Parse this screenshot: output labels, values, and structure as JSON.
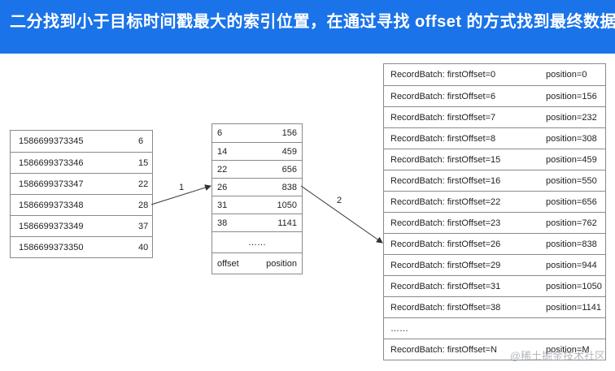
{
  "header": {
    "title": "二分找到小于目标时间戳最大的索引位置，在通过寻找 offset 的方式找到最终数据。",
    "background": "#1a73e8"
  },
  "timestamp_index": {
    "rows": [
      {
        "timestamp": "1586699373345",
        "offset": "6"
      },
      {
        "timestamp": "1586699373346",
        "offset": "15"
      },
      {
        "timestamp": "1586699373347",
        "offset": "22"
      },
      {
        "timestamp": "1586699373348",
        "offset": "28"
      },
      {
        "timestamp": "1586699373349",
        "offset": "37"
      },
      {
        "timestamp": "1586699373350",
        "offset": "40"
      }
    ]
  },
  "offset_index": {
    "rows": [
      {
        "offset": "6",
        "position": "156"
      },
      {
        "offset": "14",
        "position": "459"
      },
      {
        "offset": "22",
        "position": "656"
      },
      {
        "offset": "26",
        "position": "838"
      },
      {
        "offset": "31",
        "position": "1050"
      },
      {
        "offset": "38",
        "position": "1141"
      }
    ],
    "ellipsis": "……",
    "footer": {
      "offset": "offset",
      "position": "position"
    }
  },
  "log_segment": {
    "rows": [
      {
        "batch": "RecordBatch: firstOffset=0",
        "position": "position=0"
      },
      {
        "batch": "RecordBatch: firstOffset=6",
        "position": "position=156"
      },
      {
        "batch": "RecordBatch: firstOffset=7",
        "position": "position=232"
      },
      {
        "batch": "RecordBatch: firstOffset=8",
        "position": "position=308"
      },
      {
        "batch": "RecordBatch: firstOffset=15",
        "position": "position=459"
      },
      {
        "batch": "RecordBatch: firstOffset=16",
        "position": "position=550"
      },
      {
        "batch": "RecordBatch: firstOffset=22",
        "position": "position=656"
      },
      {
        "batch": "RecordBatch: firstOffset=23",
        "position": "position=762"
      },
      {
        "batch": "RecordBatch: firstOffset=26",
        "position": "position=838"
      },
      {
        "batch": "RecordBatch: firstOffset=29",
        "position": "position=944"
      },
      {
        "batch": "RecordBatch: firstOffset=31",
        "position": "position=1050"
      },
      {
        "batch": "RecordBatch: firstOffset=38",
        "position": "position=1141"
      }
    ],
    "ellipsis": "……",
    "last_row": {
      "batch": "RecordBatch: firstOffset=N",
      "position": "position=M"
    }
  },
  "arrows": [
    {
      "label": "1"
    },
    {
      "label": "2"
    }
  ],
  "watermark": "@稀土掘金技术社区"
}
